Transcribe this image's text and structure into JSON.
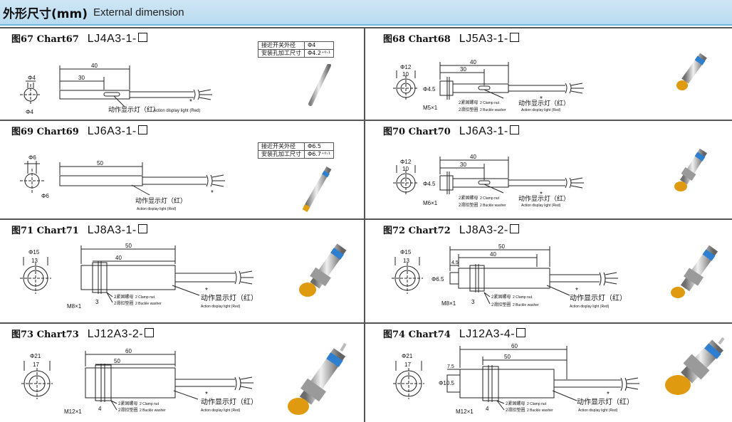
{
  "header": {
    "title_zh": "外形尺寸(mm)",
    "title_en": "External dimension"
  },
  "labels": {
    "action_zh": "动作显示灯（红）",
    "action_en": "Action display light (Red)",
    "clamp_zh": "2紧固螺母",
    "clamp_en": "2 Clamp nut",
    "buckle_zh": "2滑扣垫圈",
    "buckle_en": "2 Buckle washer",
    "star": "*"
  },
  "panels": [
    {
      "chart": "图67 Chart67",
      "model": "LJ4A3-1-",
      "dims": {
        "diam_top": "Φ4",
        "diam_bottom": "Φ4",
        "total": "40",
        "inner": "30"
      },
      "table": [
        {
          "label": "接近开关外径",
          "value": "Φ4"
        },
        {
          "label": "安装孔加工尺寸",
          "value": "Φ4.2⁺⁰·¹"
        }
      ]
    },
    {
      "chart": "图68 Chart68",
      "model": "LJ5A3-1-",
      "dims": {
        "diam_outer": "Φ12",
        "diam_inner": "10",
        "total": "40",
        "inner": "30",
        "body": "Φ4.5",
        "thread": "M5×1"
      }
    },
    {
      "chart": "图69 Chart69",
      "model": "LJ6A3-1-",
      "dims": {
        "diam_top": "Φ6",
        "diam_bottom": "Φ6",
        "total": "50"
      },
      "table": [
        {
          "label": "接近开关外径",
          "value": "Φ6.5"
        },
        {
          "label": "安装孔加工尺寸",
          "value": "Φ6.7⁺⁰·¹"
        }
      ]
    },
    {
      "chart": "图70 Chart70",
      "model": "LJ6A3-1-",
      "dims": {
        "diam_outer": "Φ12",
        "diam_inner": "10",
        "total": "40",
        "inner": "30",
        "body": "Φ4.5",
        "thread": "M6×1"
      }
    },
    {
      "chart": "图71 Chart71",
      "model": "LJ8A3-1-",
      "dims": {
        "diam_outer": "Φ15",
        "diam_inner": "13",
        "total": "50",
        "inner": "40",
        "small": "3",
        "thread": "M8×1"
      }
    },
    {
      "chart": "图72 Chart72",
      "model": "LJ8A3-2-",
      "dims": {
        "diam_outer": "Φ15",
        "diam_inner": "13",
        "total": "50",
        "inner": "40",
        "lead": "4.5",
        "body": "Φ6.5",
        "small": "3",
        "thread": "M8×1"
      }
    },
    {
      "chart": "图73 Chart73",
      "model": "LJ12A3-2-",
      "dims": {
        "diam_outer": "Φ21",
        "diam_inner": "17",
        "total": "60",
        "inner": "50",
        "small": "4",
        "thread": "M12×1"
      }
    },
    {
      "chart": "图74 Chart74",
      "model": "LJ12A3-4-",
      "dims": {
        "diam_outer": "Φ21",
        "diam_inner": "17",
        "total": "60",
        "inner": "50",
        "lead": "7.5",
        "body": "Φ10.5",
        "small": "4",
        "thread": "M12×1"
      }
    }
  ]
}
